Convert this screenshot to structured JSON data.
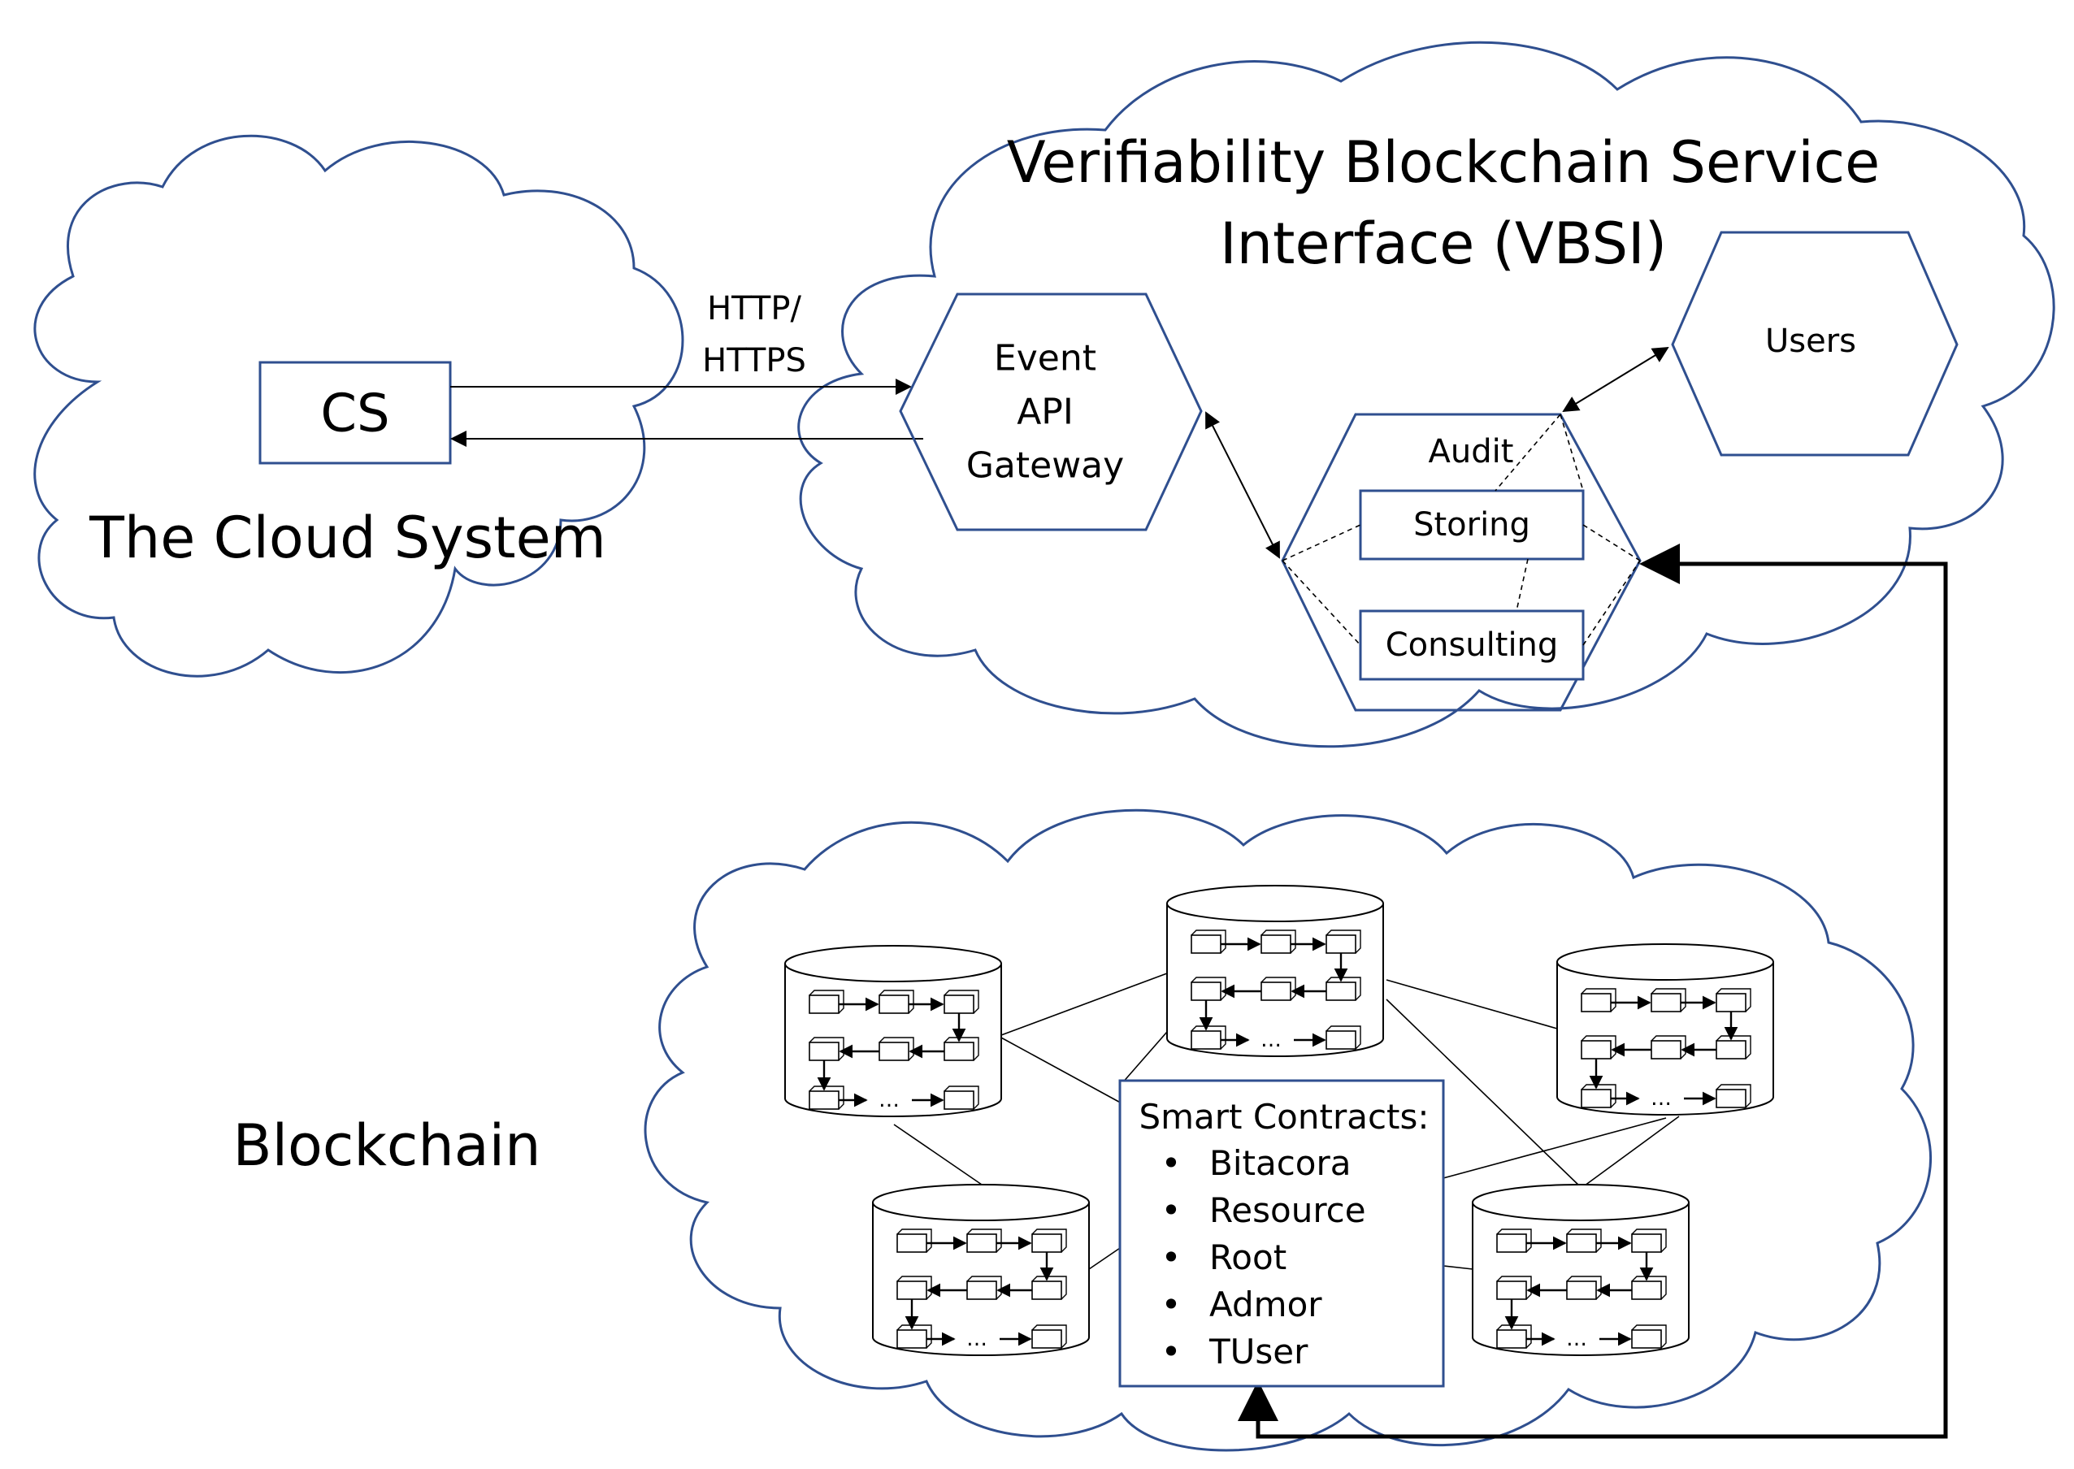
{
  "cloud_system": {
    "label": "The Cloud System",
    "cs_box": "CS"
  },
  "link": {
    "protocol_line1": "HTTP/",
    "protocol_line2": "HTTPS"
  },
  "vbsi": {
    "title_line1": "Verifiability Blockchain Service",
    "title_line2": "Interface (VBSI)",
    "gateway_line1": "Event",
    "gateway_line2": "API",
    "gateway_line3": "Gateway",
    "users": "Users",
    "audit": "Audit",
    "storing": "Storing",
    "consulting": "Consulting"
  },
  "blockchain": {
    "label": "Blockchain",
    "contracts_title": "Smart Contracts:",
    "contracts": [
      "Bitacora",
      "Resource",
      "Root",
      "Admor",
      "TUser"
    ],
    "ellipsis": "…"
  },
  "colors": {
    "outline": "#2f4f8f",
    "line": "#000000"
  }
}
